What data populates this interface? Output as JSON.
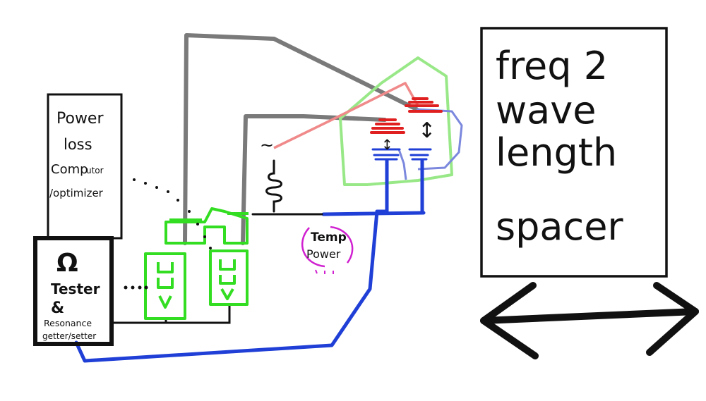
{
  "colors": {
    "gray_wire": "#7a7a7a",
    "blue_wire": "#1f3fd6",
    "green_wire": "#33dd22",
    "light_green": "#99e888",
    "red_wire": "#e02020",
    "pink_wire": "#f08a8a",
    "light_blue": "#7b88dd",
    "magenta": "#d020d0",
    "ink": "#111111"
  },
  "computer_box": {
    "line1": "Power",
    "line2": "loss",
    "line3_a": "Comp",
    "line3_b": "utor",
    "line4": "/optimizer"
  },
  "tester_box": {
    "symbol": "Ω",
    "line1": "Tester",
    "line2": "&",
    "line3": "Resonance",
    "line4": "getter/setter"
  },
  "temp_power": {
    "line1": "Temp",
    "line2": "Power"
  },
  "spacer_box": {
    "line1": "freq 2",
    "line2": "wave",
    "line3": "length",
    "line4": "spacer"
  },
  "wave_symbol": "~",
  "arrow_symbol": "↕",
  "dots_symbol": "· · · ·"
}
